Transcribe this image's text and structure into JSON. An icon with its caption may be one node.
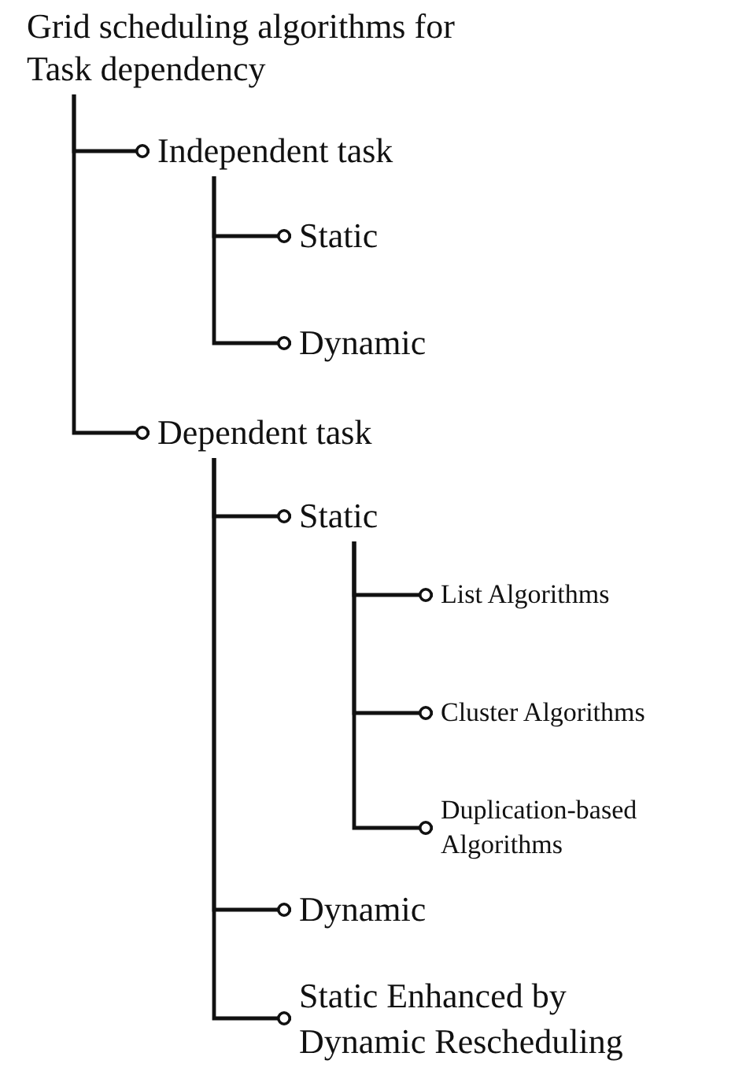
{
  "diagram": {
    "nodes": [
      {
        "text": [
          "Grid scheduling algorithms for Task dependency"
        ]
      },
      {
        "text": [
          "Independent task"
        ]
      },
      {
        "text": [
          "Static"
        ]
      },
      {
        "text": [
          "Dynamic"
        ]
      },
      {
        "text": [
          "Dependent task"
        ]
      },
      {
        "text": [
          "Static"
        ]
      },
      {
        "text": [
          "List Algorithms"
        ]
      },
      {
        "text": [
          "Cluster Algorithms"
        ]
      },
      {
        "text": [
          "Duplication-based Algorithms"
        ]
      },
      {
        "text": [
          "Dynamic"
        ]
      },
      {
        "text": [
          "Static Enhanced by Dynamic Rescheduling"
        ]
      }
    ],
    "edges": [
      {
        "from": 0,
        "to": 1,
        "arrow": "other"
      },
      {
        "from": 0,
        "to": 4,
        "arrow": "other"
      },
      {
        "from": 1,
        "to": 2,
        "arrow": "other"
      },
      {
        "from": 1,
        "to": 3,
        "arrow": "other"
      },
      {
        "from": 4,
        "to": 5,
        "arrow": "other"
      },
      {
        "from": 4,
        "to": 9,
        "arrow": "other"
      },
      {
        "from": 4,
        "to": 10,
        "arrow": "other"
      },
      {
        "from": 5,
        "to": 6,
        "arrow": "other"
      },
      {
        "from": 5,
        "to": 7,
        "arrow": "other"
      },
      {
        "from": 5,
        "to": 8,
        "arrow": "other"
      }
    ]
  }
}
